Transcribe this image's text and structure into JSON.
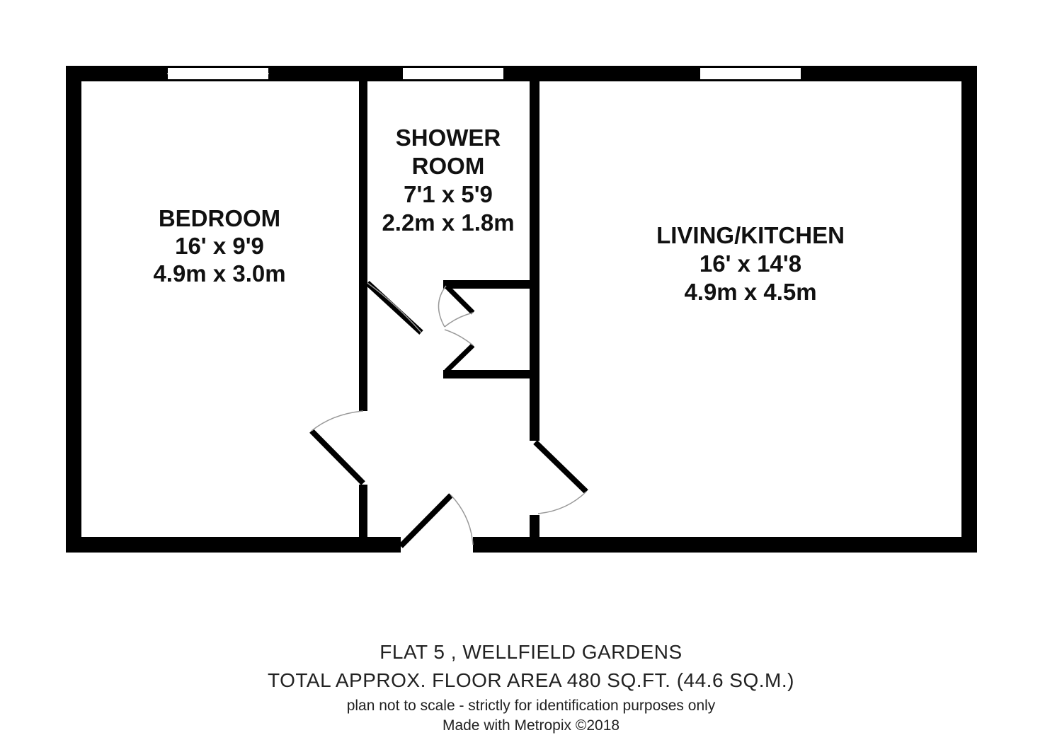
{
  "rooms": {
    "bedroom": {
      "name": "BEDROOM",
      "imperial": "16' x 9'9",
      "metric": "4.9m x 3.0m"
    },
    "shower_room": {
      "name_line1": "SHOWER",
      "name_line2": "ROOM",
      "imperial": "7'1 x 5'9",
      "metric": "2.2m x 1.8m"
    },
    "living_kitchen": {
      "name": "LIVING/KITCHEN",
      "imperial": "16' x 14'8",
      "metric": "4.9m x 4.5m"
    }
  },
  "footer": {
    "property": "FLAT 5 , WELLFIELD GARDENS",
    "area": "TOTAL APPROX. FLOOR AREA 480 SQ.FT. (44.6 SQ.M.)",
    "disclaimer": "plan not to scale - strictly for identification purposes only",
    "credit": "Made with Metropix ©2018"
  },
  "colors": {
    "wall": "#000000",
    "background": "#ffffff",
    "door_arc": "#999999",
    "text": "#111111"
  }
}
